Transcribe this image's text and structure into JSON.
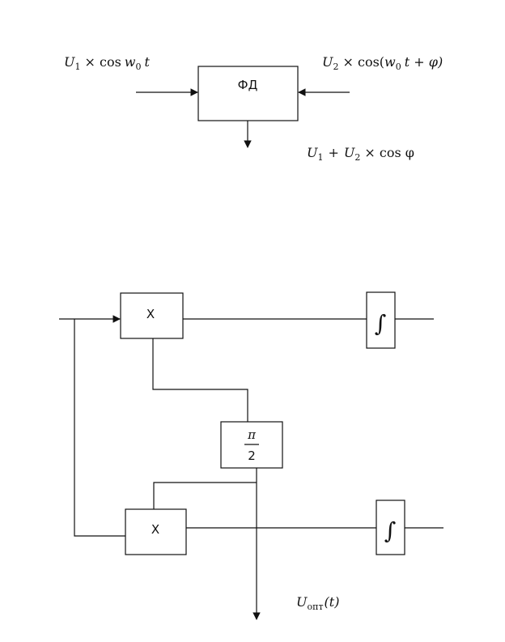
{
  "top_diagram": {
    "block_label": "ФД",
    "input_left": {
      "u": "U",
      "sub": "1",
      "rest": "× cos",
      "w": "w",
      "wsub": "0",
      "t": "t"
    },
    "input_right": {
      "u": "U",
      "sub": "2",
      "rest": "× cos(",
      "w": "w",
      "wsub": "0",
      "tail": "t + φ)"
    },
    "output": {
      "u1": "U",
      "sub1": "1",
      "plus": "+",
      "u2": "U",
      "sub2": "2",
      "rest": "× cos φ"
    }
  },
  "bottom_diagram": {
    "multiplier_top_label": "X",
    "multiplier_bottom_label": "X",
    "integrator_symbol": "∫",
    "phase_shift": {
      "numerator": "π",
      "denominator": "2"
    },
    "output": {
      "u": "U",
      "sub": "опт",
      "arg": "(t)"
    }
  }
}
